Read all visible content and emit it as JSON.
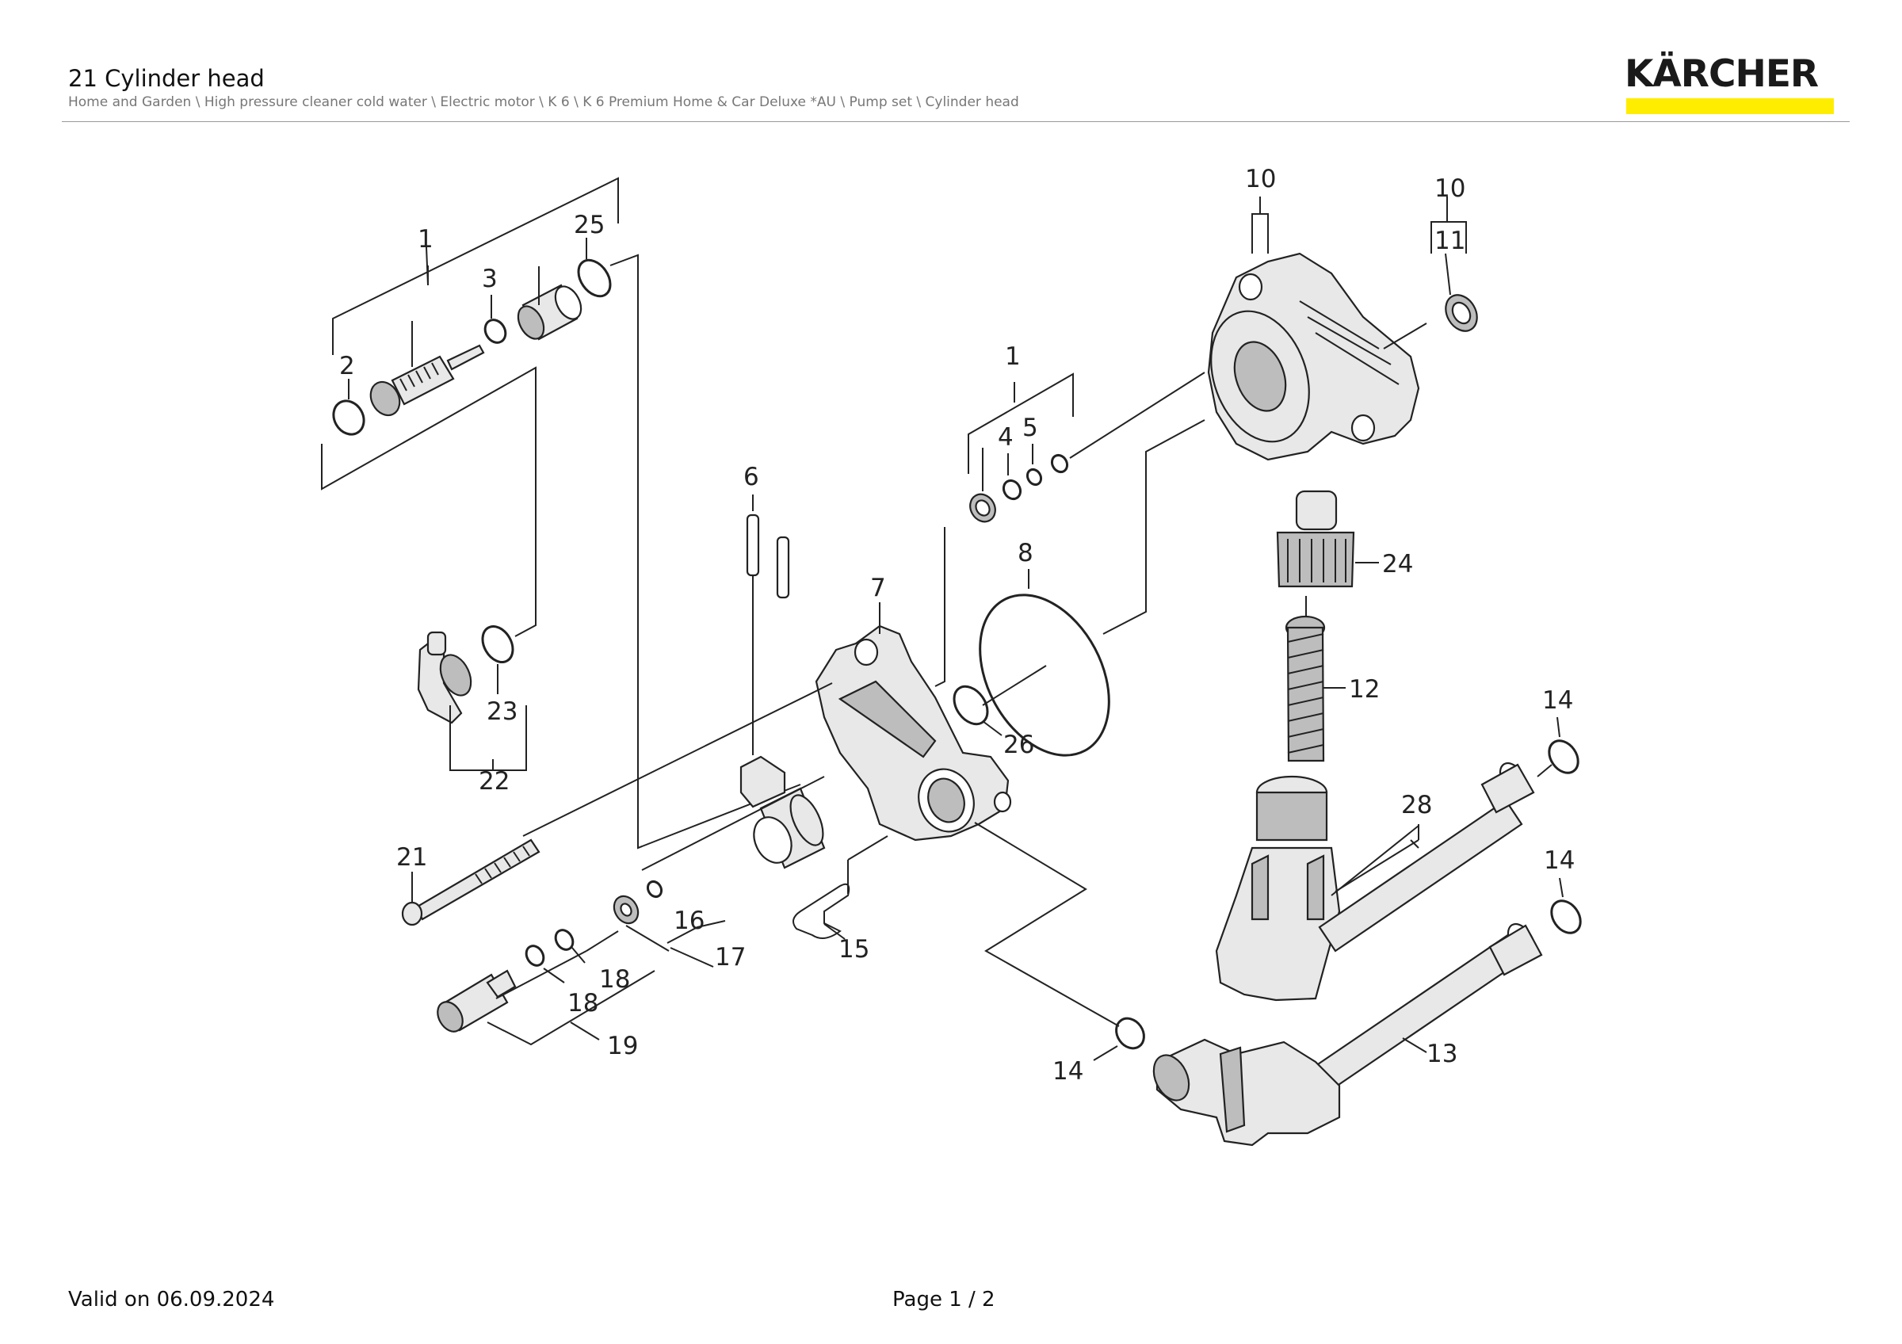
{
  "header": {
    "title": "21 Cylinder head",
    "breadcrumb": "Home and Garden \\ High pressure cleaner cold water \\ Electric motor \\ K 6 \\ K 6 Premium Home & Car Deluxe *AU \\ Pump set \\ Cylinder head",
    "logo_text": "KÄRCHER",
    "brand_yellow": "#ffed00"
  },
  "callouts": {
    "c1a": "1",
    "c25": "25",
    "c3": "3",
    "c2": "2",
    "c6": "6",
    "c7": "7",
    "c1b": "1",
    "c4": "4",
    "c5": "5",
    "c8": "8",
    "c10a": "10",
    "c10b": "10",
    "c11": "11",
    "c24": "24",
    "c12": "12",
    "c14a": "14",
    "c28": "28",
    "c14b": "14",
    "c23": "23",
    "c22": "22",
    "c26": "26",
    "c21": "21",
    "c16": "16",
    "c17": "17",
    "c15": "15",
    "c18a": "18",
    "c18b": "18",
    "c19": "19",
    "c14c": "14",
    "c13": "13"
  },
  "footer": {
    "valid_on": "Valid on 06.09.2024",
    "page": "Page 1 / 2"
  }
}
